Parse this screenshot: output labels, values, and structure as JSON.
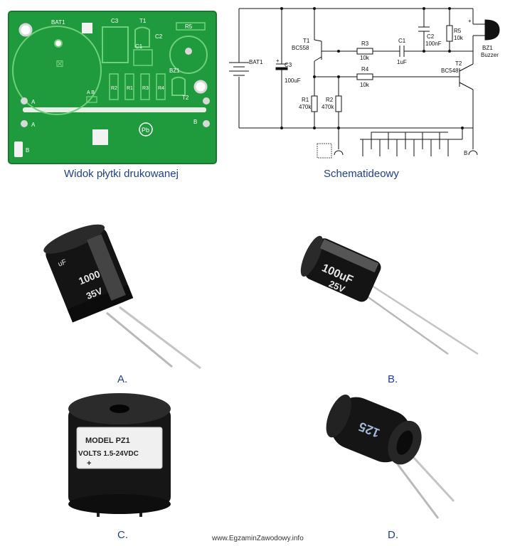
{
  "top": {
    "pcb_caption": "Widok płytki drukowanej",
    "schematic_caption": "Schematideowy"
  },
  "pcb": {
    "labels": {
      "bat": "BAT1",
      "c3": "C3",
      "t1": "T1",
      "r5": "R5",
      "c2": "C2",
      "c1": "C1",
      "bz1": "BZ1",
      "r2": "R2",
      "r1": "R1",
      "r3": "R3",
      "r4": "R4",
      "a": "A",
      "b": "B",
      "t2": "T2",
      "a2": "A",
      "b2": "B",
      "ab_small": "A   B",
      "logo": "Pb"
    }
  },
  "schematic": {
    "t1_name": "T1",
    "t1_part": "BC558",
    "r3_name": "R3",
    "r3_val": "10k",
    "c1_name": "C1",
    "c1_val": "1uF",
    "c2_name": "C2",
    "c2_val": "100nF",
    "r5_name": "R5",
    "r5_val": "10k",
    "bz_name": "BZ1",
    "bz_part": "Buzzer",
    "bat_name": "BAT1",
    "c3_name": "C3",
    "c3_val": "100uF",
    "r4_name": "R4",
    "r4_val": "10k",
    "t2_name": "T2",
    "t2_part": "BC548",
    "r1_name": "R1",
    "r1_val": "470k",
    "r2_name": "R2",
    "r2_val": "470k",
    "plus1": "+",
    "plus2": "+",
    "b_label": "B"
  },
  "options": {
    "a_label": "A.",
    "b_label": "B.",
    "c_label": "C.",
    "d_label": "D.",
    "a_marking_1": "1000",
    "a_marking_2": "35V",
    "a_marking_uf": "uF",
    "b_marking_1": "100uF",
    "b_marking_2": "25V",
    "c_marking_1": "MODEL PZ1",
    "c_marking_2": "VOLTS 1.5-24VDC",
    "c_marking_plus": "+",
    "d_marking": "125"
  },
  "footer": {
    "site": "www.EgzaminZawodowy.info"
  },
  "colors": {
    "pcb_green": "#1f9a3c",
    "pcb_light": "#4cc35a",
    "caption_blue": "#1f3f8c",
    "cap_black": "#141414"
  }
}
